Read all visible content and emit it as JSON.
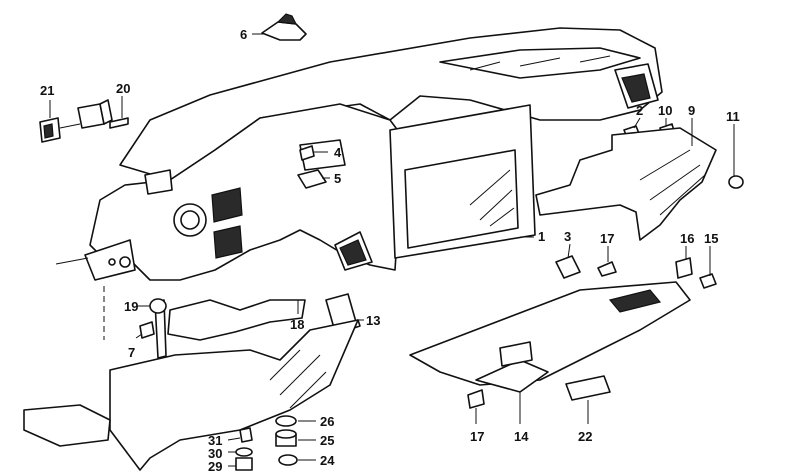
{
  "callouts": {
    "c1": "1",
    "c2": "2",
    "c3": "3",
    "c4": "4",
    "c5": "5",
    "c6": "6",
    "c7": "7",
    "c9": "9",
    "c10": "10",
    "c11": "11",
    "c13": "13",
    "c14": "14",
    "c15": "15",
    "c16": "16",
    "c17a": "17",
    "c17b": "17",
    "c18": "18",
    "c19": "19",
    "c20": "20",
    "c21": "21",
    "c22": "22",
    "c24": "24",
    "c25": "25",
    "c26": "26",
    "c29": "29",
    "c30": "30",
    "c31": "31"
  },
  "colors": {
    "ink": "#111111",
    "paper": "#ffffff"
  }
}
